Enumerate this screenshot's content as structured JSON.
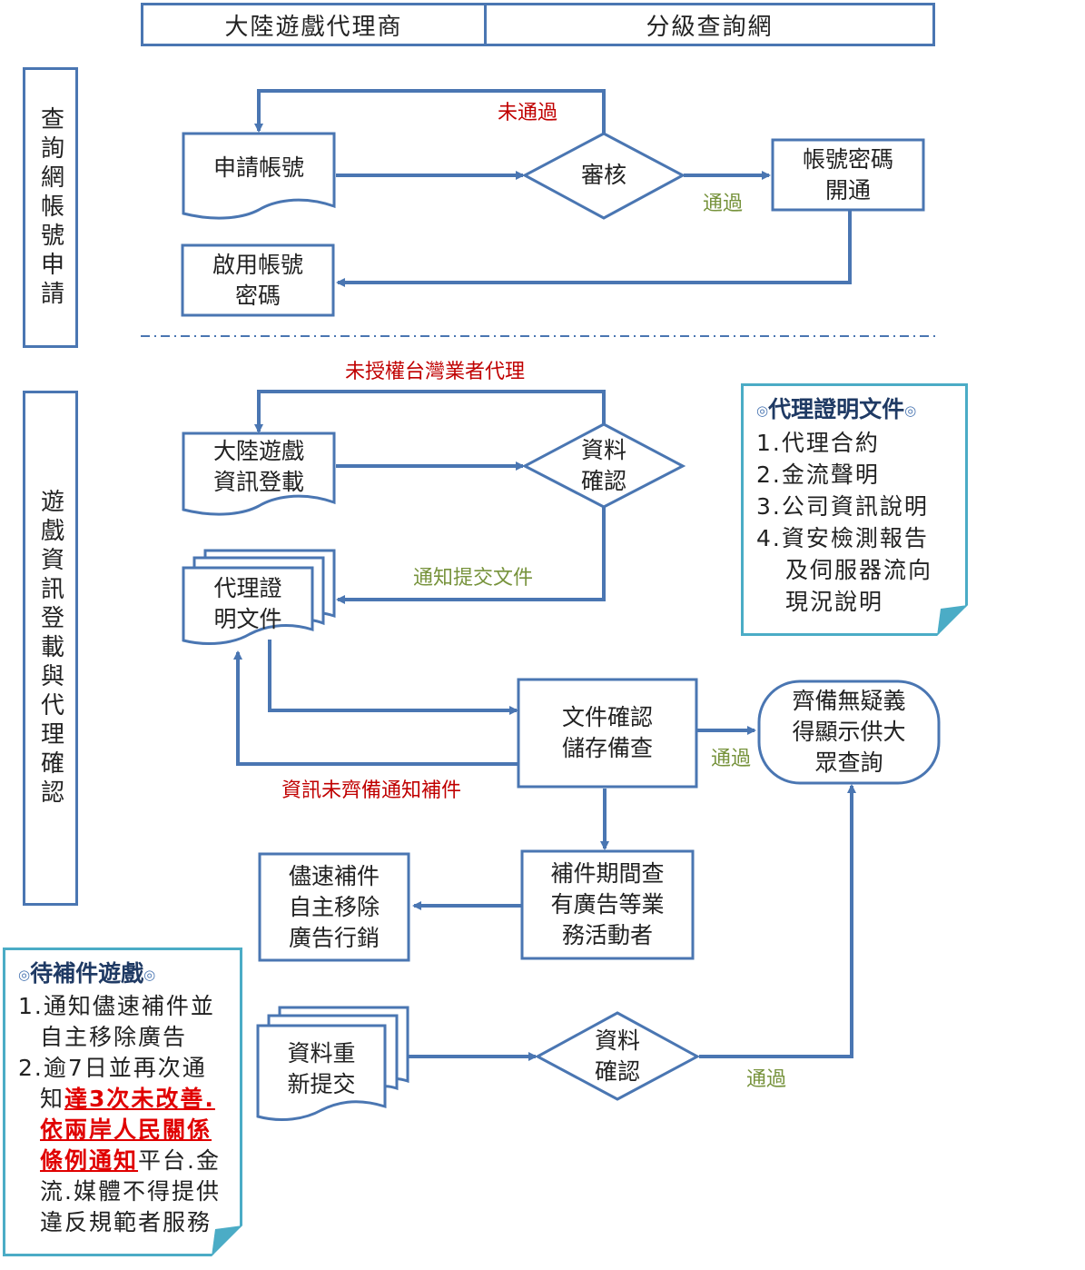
{
  "lanes": {
    "left": "大陸遊戲代理商",
    "right": "分級查詢網"
  },
  "sections": {
    "account": "查詢網帳號申請",
    "registration": "遊戲資訊登載與代理確認"
  },
  "nodes": {
    "apply_account": "申請帳號",
    "review": "審核",
    "open_account": "帳號密碼\n開通",
    "activate_account": "啟用帳號\n密碼",
    "game_info_register": "大陸遊戲\n資訊登載",
    "data_check_1": "資料\n確認",
    "agency_docs": "代理證\n明文件",
    "doc_confirm": "文件確認\n儲存備查",
    "public_query": "齊備無疑義\n得顯示供大\n眾查詢",
    "ad_check": "補件期間查\n有廣告等業\n務活動者",
    "remove_ads": "儘速補件\n自主移除\n廣告行銷",
    "resubmit": "資料重\n新提交",
    "data_check_2": "資料\n確認"
  },
  "edge_labels": {
    "not_passed": "未通過",
    "passed_1": "通過",
    "unauthorized": "未授權台灣業者代理",
    "notify_submit": "通知提交文件",
    "passed_2": "通過",
    "incomplete": "資訊未齊備通知補件",
    "passed_3": "通過"
  },
  "note_docs": {
    "sym_left": "◎",
    "title": "代理證明文件",
    "sym_right": "◎",
    "items": [
      "1.代理合約",
      "2.金流聲明",
      "3.公司資訊說明",
      "4.資安檢測報告"
    ],
    "item4_cont": [
      "及伺服器流向",
      "現況說明"
    ]
  },
  "note_pending": {
    "sym_left": "◎",
    "title": "待補件遊戲",
    "sym_right": "◎",
    "item1": "1.通知儘速補件並自主移除廣告",
    "item2_a": "2.逾7日並再次通知",
    "item2_warn": "達3次未改善.依兩岸人民關係條例通知",
    "item2_b": "平台.金流.媒體不得提供違反規範者服務"
  },
  "colors": {
    "stroke": "#4a76b2",
    "note_border": "#4bacc6",
    "label_red": "#c00000",
    "label_green": "#77933c",
    "warn_red": "#e00000"
  }
}
